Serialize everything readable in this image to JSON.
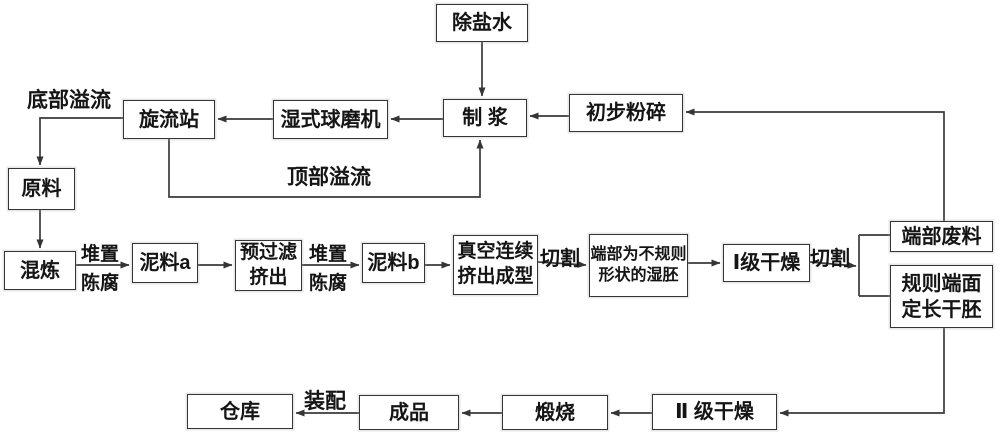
{
  "diagram": {
    "background_color": "#ffffff",
    "line_color": "#3a3a3a",
    "text_color": "#151515",
    "nodes": [
      {
        "id": "demineralized-water",
        "label": "除盐水"
      },
      {
        "id": "slurry-making",
        "label": "制  浆"
      },
      {
        "id": "primary-crushing",
        "label": "初步粉碎"
      },
      {
        "id": "wet-ball-mill",
        "label": "湿式球磨机"
      },
      {
        "id": "cyclone-station",
        "label": "旋流站"
      },
      {
        "id": "raw-material",
        "label": "原料"
      },
      {
        "id": "kneading",
        "label": "混炼"
      },
      {
        "id": "clay-a",
        "label": "泥料a"
      },
      {
        "id": "prefilter-extrusion",
        "line1": "预过滤",
        "line2": "挤出"
      },
      {
        "id": "clay-b",
        "label": "泥料b"
      },
      {
        "id": "vacuum-extrusion",
        "line1": "真空连续",
        "line2": "挤出成型"
      },
      {
        "id": "irregular-wet-blank",
        "line1": "端部为不规则",
        "line2": "形状的湿胚"
      },
      {
        "id": "stage1-drying",
        "label": "Ⅰ级干燥"
      },
      {
        "id": "end-scrap",
        "label": "端部废料"
      },
      {
        "id": "regular-dry-blank",
        "line1": "规则端面",
        "line2": "定长干胚"
      },
      {
        "id": "stage2-drying",
        "label": "Ⅱ 级干燥"
      },
      {
        "id": "calcining",
        "label": "煅烧"
      },
      {
        "id": "finished-product",
        "label": "成品"
      },
      {
        "id": "warehouse",
        "label": "仓库"
      }
    ],
    "edge_labels": [
      {
        "id": "bottom-overflow",
        "label": "底部溢流"
      },
      {
        "id": "top-overflow",
        "label": "顶部溢流"
      },
      {
        "id": "stack-1",
        "label": "堆置"
      },
      {
        "id": "age-1",
        "label": "陈腐"
      },
      {
        "id": "stack-2",
        "label": "堆置"
      },
      {
        "id": "age-2",
        "label": "陈腐"
      },
      {
        "id": "cut-1",
        "label": "切割"
      },
      {
        "id": "cut-2",
        "label": "切割"
      },
      {
        "id": "assembly",
        "label": "装配"
      }
    ],
    "edges": [
      {
        "from": "demineralized-water",
        "to": "slurry-making"
      },
      {
        "from": "primary-crushing",
        "to": "slurry-making"
      },
      {
        "from": "slurry-making",
        "to": "wet-ball-mill"
      },
      {
        "from": "wet-ball-mill",
        "to": "cyclone-station"
      },
      {
        "from": "cyclone-station",
        "to": "raw-material",
        "label": "底部溢流"
      },
      {
        "from": "cyclone-station",
        "to": "slurry-making",
        "label": "顶部溢流"
      },
      {
        "from": "raw-material",
        "to": "kneading"
      },
      {
        "from": "kneading",
        "to": "clay-a",
        "label": "堆置 陈腐"
      },
      {
        "from": "clay-a",
        "to": "prefilter-extrusion"
      },
      {
        "from": "prefilter-extrusion",
        "to": "clay-b",
        "label": "堆置 陈腐"
      },
      {
        "from": "clay-b",
        "to": "vacuum-extrusion"
      },
      {
        "from": "vacuum-extrusion",
        "to": "irregular-wet-blank",
        "label": "切割"
      },
      {
        "from": "irregular-wet-blank",
        "to": "stage1-drying"
      },
      {
        "from": "stage1-drying",
        "to": "end-scrap",
        "label": "切割"
      },
      {
        "from": "stage1-drying",
        "to": "regular-dry-blank",
        "label": "切割"
      },
      {
        "from": "end-scrap",
        "to": "primary-crushing"
      },
      {
        "from": "regular-dry-blank",
        "to": "stage2-drying"
      },
      {
        "from": "stage2-drying",
        "to": "calcining"
      },
      {
        "from": "calcining",
        "to": "finished-product"
      },
      {
        "from": "finished-product",
        "to": "warehouse",
        "label": "装配"
      }
    ]
  }
}
